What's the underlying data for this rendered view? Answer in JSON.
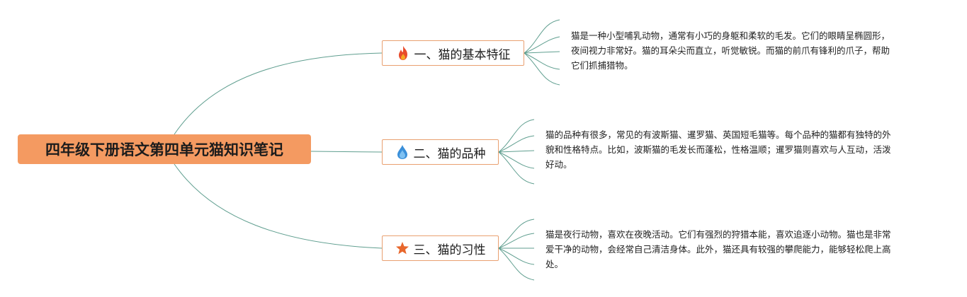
{
  "root": {
    "label": "四年级下册语文第四单元猫知识笔记"
  },
  "branches": [
    {
      "label": "一、猫的基本特征",
      "icon": "fire-icon",
      "note": "猫是一种小型哺乳动物，通常有小巧的身躯和柔软的毛发。它们的眼睛呈椭圆形，夜间视力非常好。猫的耳朵尖而直立，听觉敏锐。而猫的前爪有锋利的爪子，帮助它们抓捕猎物。"
    },
    {
      "label": "二、猫的品种",
      "icon": "water-drop-icon",
      "note": "猫的品种有很多，常见的有波斯猫、暹罗猫、英国短毛猫等。每个品种的猫都有独特的外貌和性格特点。比如，波斯猫的毛发长而蓬松，性格温顺；暹罗猫则喜欢与人互动，活泼好动。"
    },
    {
      "label": "三、猫的习性",
      "icon": "star-icon",
      "note": "猫是夜行动物，喜欢在夜晚活动。它们有强烈的狩猎本能，喜欢追逐小动物。猫也是非常爱干净的动物，会经常自己清洁身体。此外，猫还具有较强的攀爬能力，能够轻松爬上高处。"
    }
  ],
  "colors": {
    "root_fill": "#f49a61",
    "branch_border": "#e9a070",
    "connector": "#5f9e8f",
    "fire": "#e84a2a",
    "water": "#3a8fd9",
    "star": "#e8672c"
  }
}
